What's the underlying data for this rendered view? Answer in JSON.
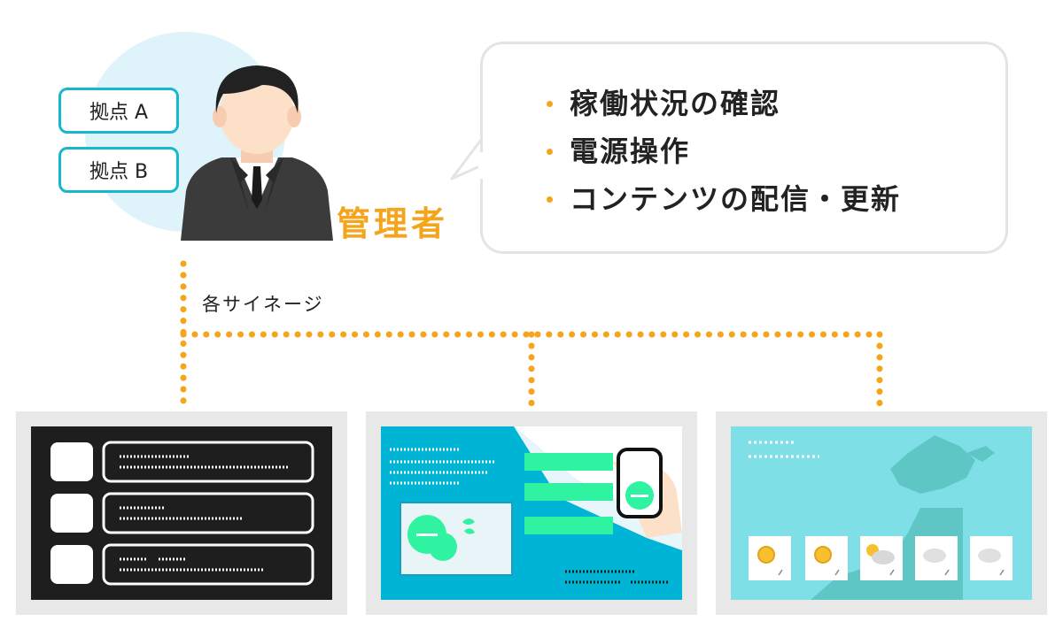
{
  "locations": [
    {
      "label": "拠点 A"
    },
    {
      "label": "拠点 B"
    }
  ],
  "admin": {
    "label": "管理者"
  },
  "bubble": {
    "items": [
      {
        "label": "稼働状況の確認"
      },
      {
        "label": "電源操作"
      },
      {
        "label": "コンテンツの配信・更新"
      }
    ]
  },
  "connection": {
    "label": "各サイネージ"
  },
  "colors": {
    "accent_orange": "#f4a51c",
    "location_border": "#19b6cf",
    "avatar_bg": "#dff4fa",
    "screen_dark": "#1e1e1e",
    "screen_blue": "#00b4d6",
    "screen_teal": "#7fdfe6",
    "green_accent": "#2ff3a0"
  },
  "icons": [
    "manager-person-icon",
    "sun-icon",
    "partly-cloudy-icon",
    "cloud-icon",
    "smartphone-icon",
    "leaf-icon"
  ]
}
